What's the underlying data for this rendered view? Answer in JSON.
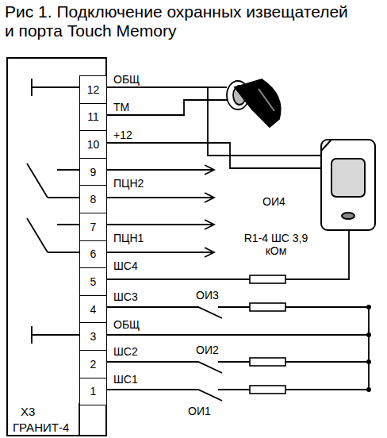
{
  "diagram": {
    "title": "Рис 1. Подключение охранных извещателей и порта Touch Memory",
    "nodes": [
      {
        "text": [
          "Х3",
          "ГРАНИТ-4"
        ]
      },
      {
        "text": [
          "12"
        ],
        "in": 0
      },
      {
        "text": [
          "11"
        ],
        "in": 0
      },
      {
        "text": [
          "10"
        ],
        "in": 0
      },
      {
        "text": [
          "9"
        ],
        "in": 0
      },
      {
        "text": [
          "8"
        ],
        "in": 0
      },
      {
        "text": [
          "7"
        ],
        "in": 0
      },
      {
        "text": [
          "6"
        ],
        "in": 0
      },
      {
        "text": [
          "5"
        ],
        "in": 0
      },
      {
        "text": [
          "4"
        ],
        "in": 0
      },
      {
        "text": [
          "3"
        ],
        "in": 0
      },
      {
        "text": [
          "2"
        ],
        "in": 0
      },
      {
        "text": [
          "1"
        ],
        "in": 0
      }
    ],
    "labels": [
      "ОБЩ",
      "ТМ",
      "+12",
      "ПЦН2",
      "ПЦН1",
      "ШС4",
      "ОИ4",
      "R1-4 ШС 3,9 кОм",
      "ШС3",
      "ОИ3",
      "ОБЩ",
      "ШС2",
      "ОИ2",
      "ШС1",
      "ОИ1"
    ]
  }
}
